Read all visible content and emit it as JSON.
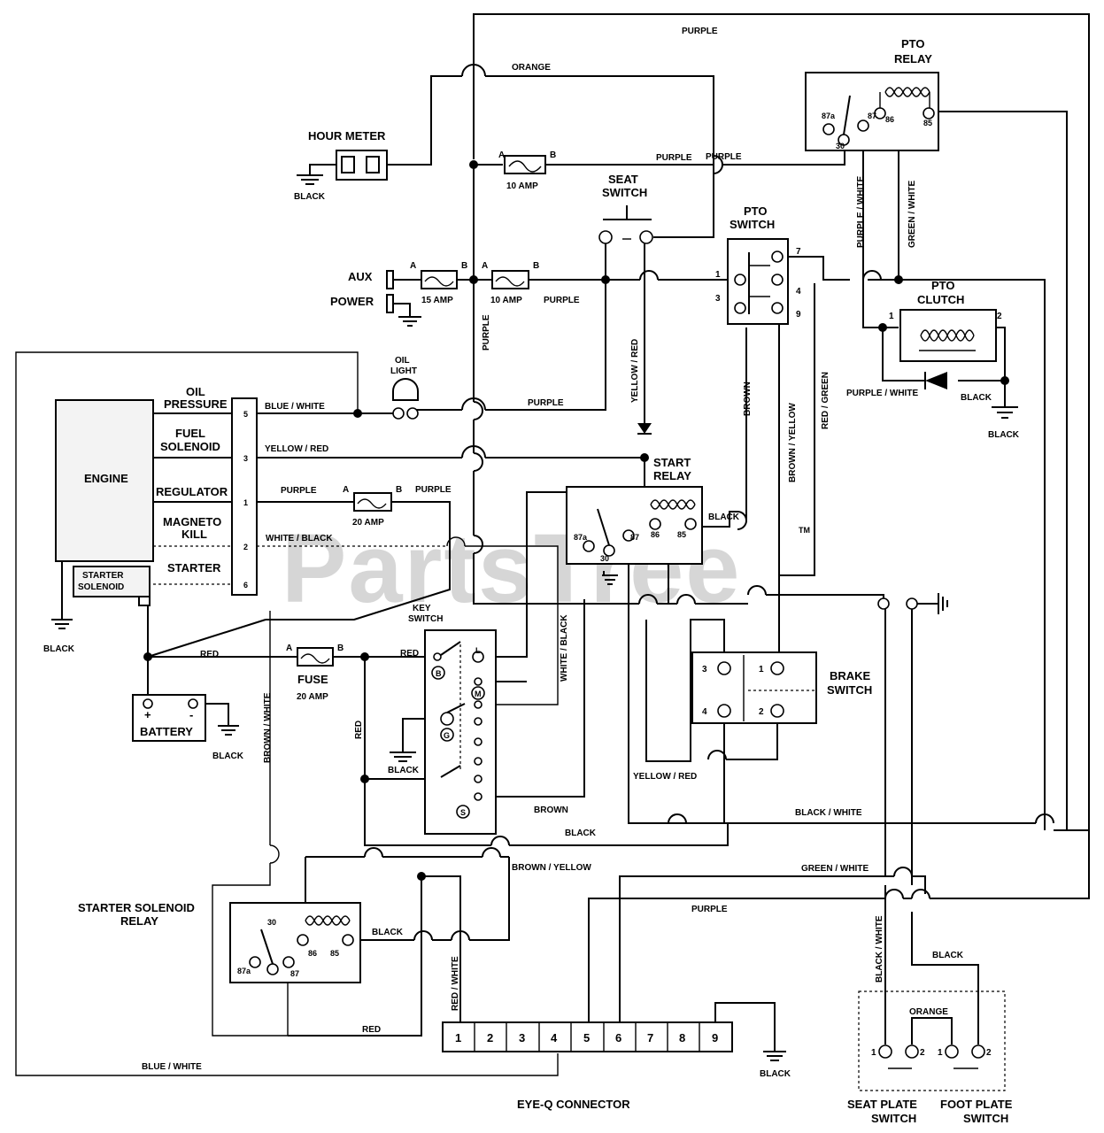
{
  "watermark": {
    "text": "PartsTree",
    "tm": "TM"
  },
  "components": {
    "hour_meter": "HOUR METER",
    "aux": "AUX",
    "power": "POWER",
    "seat_switch": [
      "SEAT",
      "SWITCH"
    ],
    "pto_switch": [
      "PTO",
      "SWITCH"
    ],
    "pto_relay": [
      "PTO",
      "RELAY"
    ],
    "pto_clutch": [
      "PTO",
      "CLUTCH"
    ],
    "oil_light": [
      "OIL",
      "LIGHT"
    ],
    "engine": "ENGINE",
    "engine_pins": [
      "OIL",
      "PRESSURE",
      "FUEL",
      "SOLENOID",
      "REGULATOR",
      "MAGNETO",
      "KILL",
      "STARTER"
    ],
    "starter_solenoid": [
      "STARTER",
      "SOLENOID"
    ],
    "start_relay": [
      "START",
      "RELAY"
    ],
    "key_switch": [
      "KEY",
      "SWITCH"
    ],
    "fuse": "FUSE",
    "battery": "BATTERY",
    "brake_switch": [
      "BRAKE",
      "SWITCH"
    ],
    "starter_solenoid_relay": [
      "STARTER SOLENOID",
      "RELAY"
    ],
    "eyeq_connector": "EYE-Q CONNECTOR",
    "seat_plate_switch": [
      "SEAT PLATE",
      "SWITCH"
    ],
    "foot_plate_switch": [
      "FOOT PLATE",
      "SWITCH"
    ]
  },
  "fuse_ratings": {
    "f10a": "10 AMP",
    "f15": "15 AMP",
    "f10b": "10 AMP",
    "f20a": "20 AMP",
    "f20b": "20 AMP"
  },
  "pin_labels": {
    "a": "A",
    "b": "B",
    "plus": "+",
    "minus": "-",
    "p1": "1",
    "p2": "2",
    "p3": "3",
    "p4": "4",
    "p5": "5",
    "p7": "7",
    "p9": "9",
    "r87a": "87a",
    "r30": "30",
    "r87": "87",
    "r86": "86",
    "r85": "85",
    "k_b": "B",
    "k_l": "L",
    "k_m": "M",
    "k_g": "G",
    "k_s": "S"
  },
  "engine_pin_numbers": [
    "5",
    "3",
    "1",
    "2",
    "6"
  ],
  "eyeq_pins": [
    "1",
    "2",
    "3",
    "4",
    "5",
    "6",
    "7",
    "8",
    "9"
  ],
  "wire_colors": {
    "purple": "PURPLE",
    "orange": "ORANGE",
    "black": "BLACK",
    "red": "RED",
    "brown": "BROWN",
    "blue_white": "BLUE / WHITE",
    "yellow_red": "YELLOW / RED",
    "white_black": "WHITE / BLACK",
    "brown_white": "BROWN / WHITE",
    "brown_yellow": "BROWN / YELLOW",
    "red_green": "RED / GREEN",
    "purple_white": "PURPLE / WHITE",
    "green_white": "GREEN / WHITE",
    "black_white": "BLACK / WHITE",
    "red_white": "RED / WHITE"
  }
}
